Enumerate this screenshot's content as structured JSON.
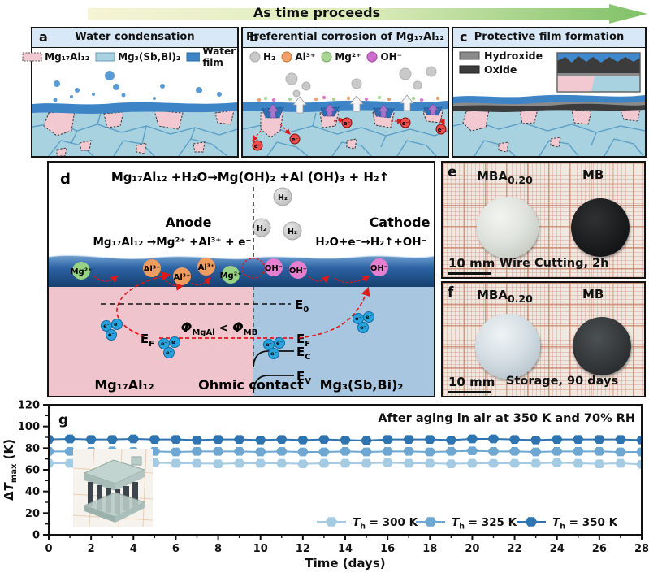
{
  "timeline": {
    "label": "As time proceeds",
    "gradient": [
      "#f5f4d6",
      "#dcebb9",
      "#7fc166"
    ]
  },
  "symbols": {
    "electron": "e⁻",
    "h2": "H₂"
  },
  "panel_a": {
    "tag": "a",
    "title": "Water condensation",
    "legend": [
      {
        "label": "Mg₁₇Al₁₂",
        "color": "#f3c9d1"
      },
      {
        "label": "Mg₃(Sb,Bi)₂",
        "color": "#a9d2e0"
      },
      {
        "label": "Water film",
        "color": "#3c84c6"
      }
    ]
  },
  "panel_b": {
    "tag": "b",
    "title": "Preferential corrosion of Mg₁₇Al₁₂",
    "legend": [
      {
        "label": "H₂",
        "color": "#c9c9c9"
      },
      {
        "label": "Al³⁺",
        "color": "#f0a068"
      },
      {
        "label": "Mg²⁺",
        "color": "#a8d494"
      },
      {
        "label": "OH⁻",
        "color": "#cf6ccf"
      }
    ]
  },
  "panel_c": {
    "tag": "c",
    "title": "Protective film formation",
    "legend": [
      {
        "label": "Hydroxide",
        "color": "#8a8a8a"
      },
      {
        "label": "Oxide",
        "color": "#3c3c3c"
      }
    ]
  },
  "panel_d": {
    "tag": "d",
    "overall_reaction": "Mg₁₇Al₁₂ +H₂O→Mg(OH)₂ +Al (OH)₃  + H₂↑",
    "anode_label": "Anode",
    "anode_reaction": "Mg₁₇Al₁₂ →Mg²⁺ +Al³⁺ + e⁻",
    "cathode_label": "Cathode",
    "cathode_reaction": "H₂O+e⁻→H₂↑+OH⁻",
    "ion_labels": {
      "mg": "Mg²⁺",
      "al": "Al³⁺",
      "oh": "OH⁻"
    },
    "ion_colors": {
      "mg": "#97d285",
      "al": "#f09c5e",
      "oh": "#e77fd0"
    },
    "e0": {
      "base": "E",
      "sub": "0"
    },
    "ef": {
      "base": "E",
      "sub": "F"
    },
    "ec": {
      "base": "E",
      "sub": "C"
    },
    "ev": {
      "base": "E",
      "sub": "V"
    },
    "phi": {
      "symbol": "Φ",
      "left_sub": "MgAl",
      "op": " < ",
      "right_sub": "MB"
    },
    "anode_material": "Mg₁₇Al₁₂",
    "contact_label": "Ohmic contact",
    "cathode_material": "Mg₃(Sb,Bi)₂"
  },
  "panel_e": {
    "tag": "e",
    "sample_left": {
      "base": "MBA",
      "sub": "0.20"
    },
    "sample_right": "MB",
    "scale_label": "10 mm",
    "caption": "Wire Cutting, 2h"
  },
  "panel_f": {
    "tag": "f",
    "sample_left": {
      "base": "MBA",
      "sub": "0.20"
    },
    "sample_right": "MB",
    "scale_label": "10 mm",
    "caption": "Storage, 90 days"
  },
  "chart_data": {
    "type": "line",
    "panel_tag": "g",
    "annotation": "After aging in air at 350 K and 70% RH",
    "xlabel": "Time (days)",
    "ylabel": {
      "delta": "Δ",
      "t": "T",
      "sub": "max",
      "suffix": " (K)"
    },
    "xlim": [
      0,
      28
    ],
    "ylim": [
      0,
      120
    ],
    "x_major_ticks": [
      0,
      2,
      4,
      6,
      8,
      10,
      12,
      14,
      16,
      18,
      20,
      22,
      24,
      26,
      28
    ],
    "x_minor_step": 1,
    "y_major_ticks": [
      0,
      20,
      40,
      60,
      80,
      100,
      120
    ],
    "y_minor_step": 10,
    "grid": false,
    "legend_position": "bottom-right",
    "x": [
      0,
      1,
      2,
      3,
      4,
      5,
      6,
      7,
      8,
      9,
      10,
      11,
      12,
      13,
      14,
      15,
      16,
      17,
      18,
      19,
      20,
      21,
      22,
      23,
      24,
      25,
      26,
      27,
      28
    ],
    "series": [
      {
        "name": {
          "t": "T",
          "sub": "h",
          "rest": " = 300 K"
        },
        "color": "#a5cbe2",
        "values": [
          66,
          66,
          66.5,
          66,
          66,
          66.5,
          66,
          66,
          65.5,
          66,
          66,
          66,
          65.5,
          66,
          66,
          66,
          66.5,
          66,
          66,
          65.5,
          66,
          66,
          66,
          66,
          66.5,
          66,
          65.5,
          66,
          65
        ]
      },
      {
        "name": {
          "t": "T",
          "sub": "h",
          "rest": " = 325 K"
        },
        "color": "#6ea7d1",
        "values": [
          77,
          77,
          77,
          77.5,
          77,
          77,
          76.5,
          77,
          77,
          77,
          76.5,
          77,
          76.5,
          76.5,
          77,
          76.5,
          77,
          77,
          76.5,
          77,
          77.5,
          77,
          77,
          76.5,
          77,
          77,
          77,
          76.5,
          76.5
        ]
      },
      {
        "name": {
          "t": "T",
          "sub": "h",
          "rest": " = 350 K"
        },
        "color": "#2e74b0",
        "values": [
          88,
          88.5,
          88,
          88,
          88.5,
          88,
          88,
          87.5,
          88,
          88,
          87.5,
          88,
          87.5,
          88,
          87.5,
          87,
          88,
          88,
          88,
          87.5,
          88.5,
          88.5,
          88,
          87.5,
          88,
          88,
          88,
          88,
          87.5
        ]
      }
    ]
  }
}
